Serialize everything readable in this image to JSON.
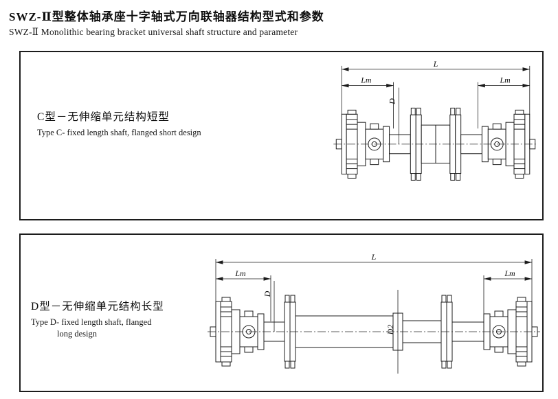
{
  "header": {
    "title_zh": "SWZ-Ⅱ型整体轴承座十字轴式万向联轴器结构型式和参数",
    "title_en": "SWZ-Ⅱ Monolithic bearing bracket universal shaft structure and parameter"
  },
  "panel_c": {
    "label_zh": "C型－无伸缩单元结构短型",
    "label_en": "Type C- fixed length shaft, flanged short design",
    "dims": {
      "L": "L",
      "Lm_left": "Lm",
      "Lm_right": "Lm",
      "D": "D"
    }
  },
  "panel_d": {
    "label_zh": "D型－无伸缩单元结构长型",
    "label_en_line1": "Type D- fixed length shaft, flanged",
    "label_en_line2": "long design",
    "dims": {
      "L": "L",
      "Lm_left": "Lm",
      "Lm_right": "Lm",
      "D": "D",
      "D2": "D2"
    }
  }
}
